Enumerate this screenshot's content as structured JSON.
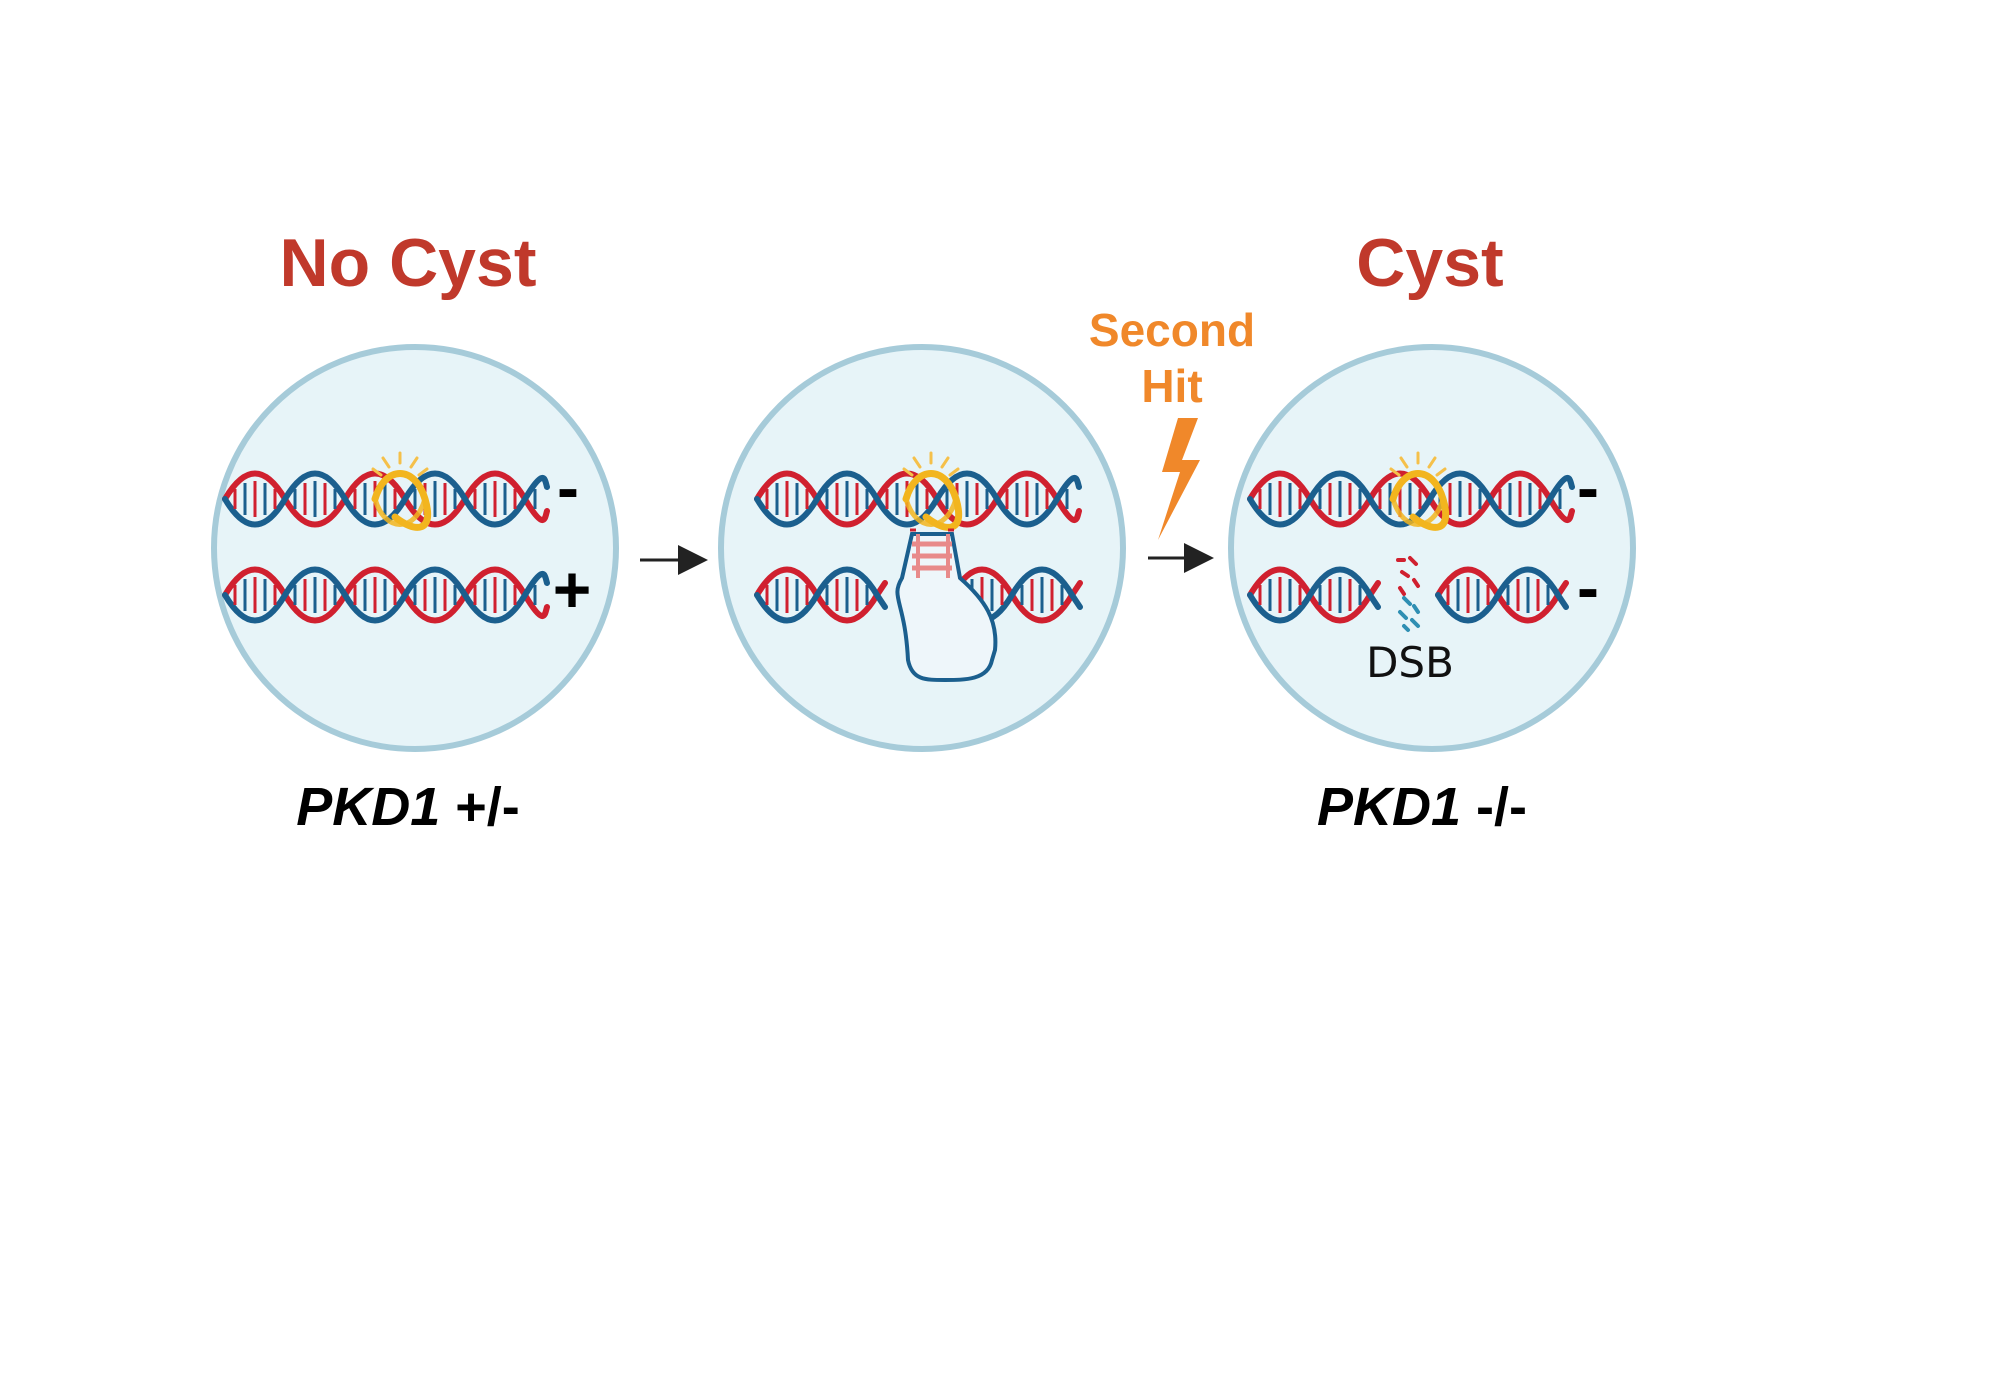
{
  "panels": [
    {
      "title": "No Cyst",
      "genotype": "PKD1 +/-",
      "genotype_gene": "PKD1",
      "genotype_suffix": " +/-",
      "allele_top": "-",
      "allele_bottom": "+"
    },
    {
      "title": "",
      "genotype": ""
    },
    {
      "title": "Cyst",
      "genotype": "PKD1 -/-",
      "genotype_gene": "PKD1",
      "genotype_suffix": " -/-",
      "allele_top": "-",
      "allele_bottom": "-",
      "break_label": "DSB"
    }
  ],
  "second_hit": {
    "line1": "Second",
    "line2": "Hit"
  },
  "colors": {
    "title": "#c0392b",
    "second_hit": "#f0882a",
    "cell_fill": "#e7f4f8",
    "cell_stroke": "#a6cbd9",
    "dna_red": "#d0202f",
    "dna_blue": "#1b5f8e",
    "mutation": "#f2b51e"
  },
  "icons": [
    "arrow-right-icon",
    "lightning-bolt-icon",
    "dna-helix-icon",
    "repair-protein-icon",
    "dsb-break-icon"
  ]
}
